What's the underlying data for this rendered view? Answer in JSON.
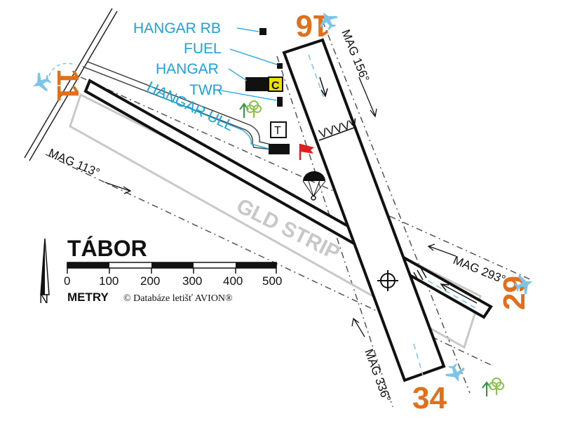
{
  "map": {
    "title": "TÁBOR",
    "labels": {
      "hangar_rb": "HANGAR RB",
      "fuel": "FUEL",
      "hangar": "HANGAR",
      "twr": "TWR",
      "hangar_ull": "HANGAR ULL",
      "gld_strip": "GLD STRIP",
      "fuel_symbol": "C",
      "t_symbol": "T",
      "vvvvv": "VVVVV"
    },
    "runways": {
      "rwy_16": "16",
      "rwy_34": "34",
      "rwy_11": "11",
      "rwy_29": "29"
    },
    "headings": {
      "mag_156": "MAG 156°",
      "mag_336": "MAG 336°",
      "mag_113": "MAG 113°",
      "mag_293": "MAG 293°"
    },
    "scale": {
      "ticks": [
        "0",
        "100",
        "200",
        "300",
        "400",
        "500"
      ],
      "unit": "METRY",
      "copyright": "© Databáze letišť AVION®",
      "north": "N"
    },
    "colors": {
      "blue": "#1aa3dc",
      "orange": "#e0701c",
      "grey": "#c8c8c8",
      "red": "#e02020",
      "green": "#2a9a3a",
      "yellow": "#f0e000"
    }
  }
}
